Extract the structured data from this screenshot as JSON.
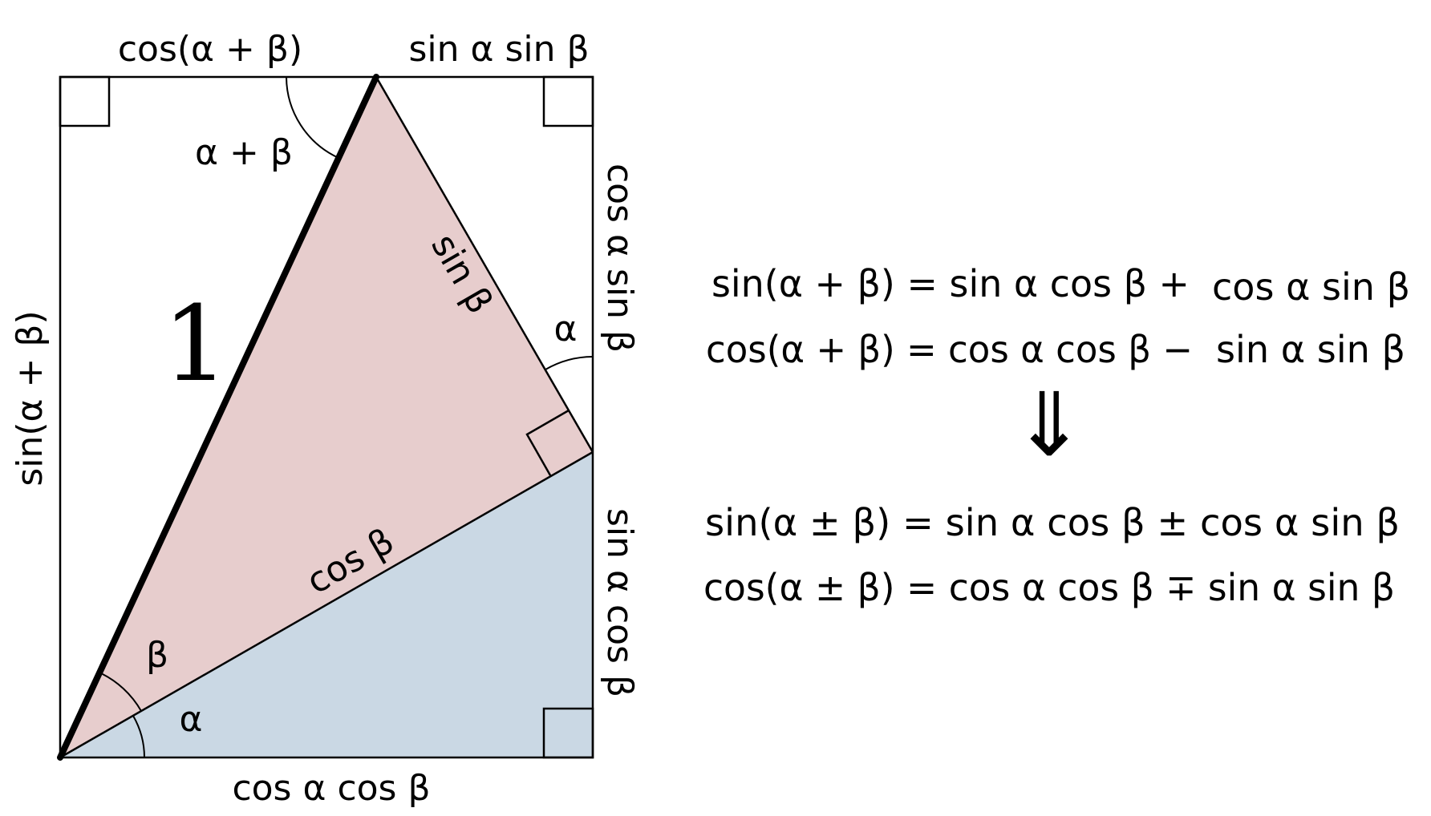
{
  "diagram": {
    "colors": {
      "upper_triangle_fill": "#e7cdcd",
      "lower_triangle_fill": "#cad8e4",
      "stroke": "#000000"
    },
    "labels": {
      "top_left": "cos(α + β)",
      "top_right": "sin α sin β",
      "left_side": "sin(α + β)",
      "bottom": "cos α cos β",
      "right_upper": "cos α sin β",
      "right_lower": "sin α cos β",
      "hypotenuse": "1",
      "sin_beta": "sin β",
      "cos_beta": "cos β",
      "angle_top": "α + β",
      "angle_right": "α",
      "angle_bottom_beta": "β",
      "angle_bottom_alpha": "α"
    }
  },
  "equations": {
    "eq1_lhs": "sin(α + β) = sin α cos β +",
    "eq1_rhs": "cos α sin β",
    "eq2_lhs": "cos(α + β) = cos α cos β −",
    "eq2_rhs": "sin α sin β",
    "implies": "⇓",
    "eq3": "sin(α ± β) = sin α cos β ± cos α sin β",
    "eq4": "cos(α ± β) = cos α cos β ∓ sin α sin β"
  }
}
